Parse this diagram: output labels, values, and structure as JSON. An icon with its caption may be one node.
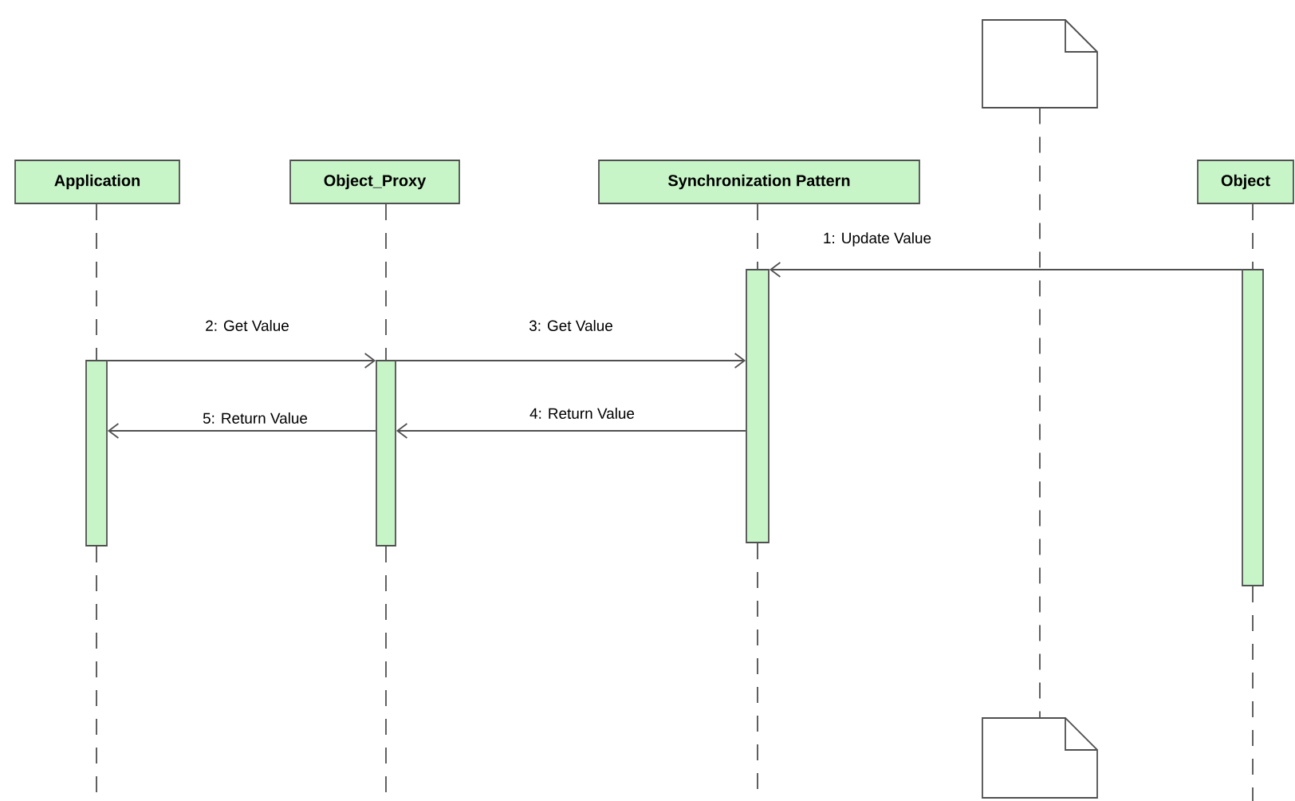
{
  "diagram": {
    "nodes": [
      {
        "text": [],
        "shape": "note"
      },
      {
        "text": [
          "Application"
        ]
      },
      {
        "text": [
          "Object_Proxy"
        ]
      },
      {
        "text": [
          "Synchronization Pattern"
        ]
      },
      {
        "text": [
          "Object"
        ]
      },
      {
        "text": [],
        "shape": "bar"
      },
      {
        "text": [],
        "shape": "bar"
      },
      {
        "text": [],
        "shape": "bar"
      },
      {
        "text": [],
        "shape": "bar"
      },
      {
        "text": [],
        "shape": "note"
      }
    ],
    "edges": [
      {
        "from": 8,
        "to": 7,
        "arrow": "to",
        "label": "1: Update Value"
      },
      {
        "from": 5,
        "to": 6,
        "arrow": "to",
        "label": "2: Get Value"
      },
      {
        "from": 6,
        "to": 7,
        "arrow": "to",
        "label": "3: Get Value"
      },
      {
        "from": 7,
        "to": 6,
        "arrow": "to",
        "label": "4: Return Value"
      },
      {
        "from": 6,
        "to": 5,
        "arrow": "to",
        "label": "5: Return Value"
      },
      {
        "from": 1,
        "to": 5,
        "arrow": "none",
        "style": "dashed"
      },
      {
        "from": 2,
        "to": 6,
        "arrow": "none",
        "style": "dashed"
      },
      {
        "from": 3,
        "to": 7,
        "arrow": "none",
        "style": "dashed"
      },
      {
        "from": 4,
        "to": 8,
        "arrow": "none",
        "style": "dashed"
      },
      {
        "from": 5,
        "to": null,
        "arrow": "none",
        "style": "dashed"
      },
      {
        "from": 6,
        "to": null,
        "arrow": "none",
        "style": "dashed"
      },
      {
        "from": 7,
        "to": null,
        "arrow": "none",
        "style": "dashed"
      },
      {
        "from": 8,
        "to": null,
        "arrow": "none",
        "style": "dashed"
      },
      {
        "from": 0,
        "to": 9,
        "arrow": "none",
        "style": "dashed"
      }
    ]
  }
}
